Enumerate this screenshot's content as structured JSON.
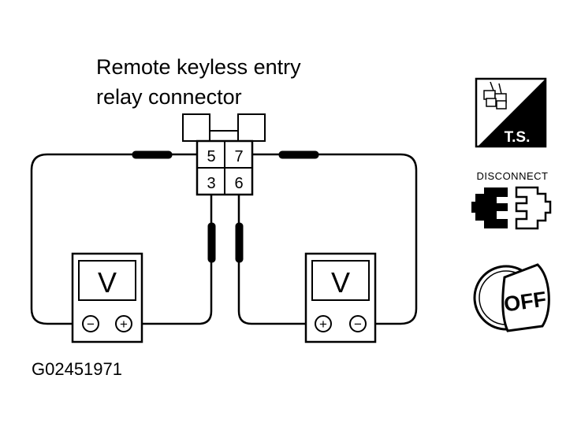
{
  "title": {
    "line1": "Remote keyless entry",
    "line2": "relay connector"
  },
  "figure_id": "G02451971",
  "connector": {
    "pins": [
      "5",
      "7",
      "3",
      "6"
    ]
  },
  "meters": [
    {
      "display": "V",
      "terminals": [
        "−",
        "+"
      ]
    },
    {
      "display": "V",
      "terminals": [
        "+",
        "−"
      ]
    }
  ],
  "icons": {
    "ts": {
      "text": "T.S."
    },
    "disconnect": {
      "text": "DISCONNECT"
    },
    "ignition": {
      "text": "OFF"
    }
  }
}
